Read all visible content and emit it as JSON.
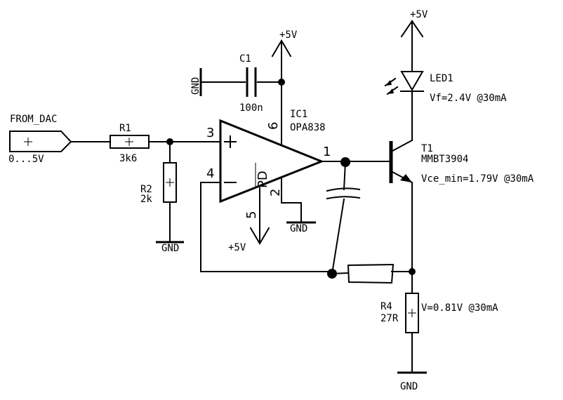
{
  "labels": {
    "from_dac": "FROM_DAC",
    "from_dac_range": "0...5V",
    "r1_name": "R1",
    "r1_value": "3k6",
    "r2_name": "R2",
    "r2_value": "2k",
    "c1_name": "C1",
    "c1_value": "100n",
    "ic1_name": "IC1",
    "ic1_part": "OPA838",
    "pd_label": "PD",
    "led1_name": "LED1",
    "led1_vf": "Vf=2.4V @30mA",
    "t1_name": "T1",
    "t1_part": "MMBT3904",
    "t1_vce": "Vce_min=1.79V @30mA",
    "r4_name": "R4",
    "r4_value": "27R",
    "r4_v": "V=0.81V @30mA",
    "vcc_opamp_top": "+5V",
    "vcc_opamp_bottom": "+5V",
    "vcc_led": "+5V",
    "gnd_c1": "GND",
    "gnd_r2": "GND",
    "gnd_ic1": "GND",
    "gnd_r4": "GND"
  },
  "pins": {
    "p1": "1",
    "p2": "2",
    "p3": "3",
    "p4": "4",
    "p5": "5",
    "p6": "6",
    "plus": "+",
    "minus": "−"
  }
}
